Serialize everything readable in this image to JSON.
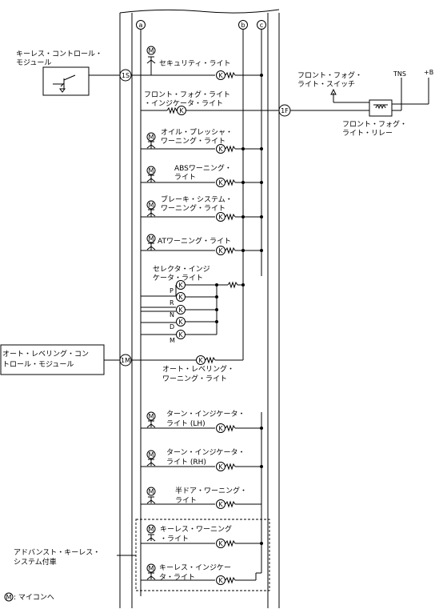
{
  "bus_labels": [
    "a",
    "b",
    "c"
  ],
  "connector_labels": {
    "keyless": "1S",
    "fog": "1F",
    "leveling": "1M"
  },
  "keyless_module": {
    "line1": "キーレス・コントロール・",
    "line2": "モジュール"
  },
  "leveling_module": {
    "line1": "オート・レベリング・コン",
    "line2": "トロール・モジュール"
  },
  "fog_switch": {
    "line1": "フロント・フォグ・",
    "line2": "ライト・スイッチ"
  },
  "fog_relay": {
    "line1": "フロント・フォグ・",
    "line2": "ライト・リレー"
  },
  "power": {
    "tns": "TNS",
    "b": "+B"
  },
  "micom_mark": "M",
  "lamp_mark": "K",
  "lamps": {
    "security": "セキュリティ・ライト",
    "fog_indicator": {
      "line1": "フロント・フォグ・ライト",
      "line2": "・インジケータ・ライト"
    },
    "oil": {
      "line1": "オイル・プレッシャ・",
      "line2": "ワーニング・ライト"
    },
    "abs": {
      "line1": "ABSワーニング・",
      "line2": "ライト"
    },
    "brake": {
      "line1": "ブレーキ・システム・",
      "line2": "ワーニング・ライト"
    },
    "at": "ATワーニング・ライト",
    "selector": {
      "line1": "セレクタ・インジ",
      "line2": "ケータ・ライト"
    },
    "positions": [
      "P",
      "R",
      "N",
      "D",
      "M"
    ],
    "leveling": {
      "line1": "オート・レベリング・",
      "line2": "ワーニング・ライト"
    },
    "turn_lh": {
      "line1": "ターン・インジケータ・",
      "line2": "ライト (LH)"
    },
    "turn_rh": {
      "line1": "ターン・インジケータ・",
      "line2": "ライト (RH)"
    },
    "door": {
      "line1": "半ドア・ワーニング・",
      "line2": "ライト"
    },
    "keyless_warning": {
      "line1": "キーレス・ワーニング",
      "line2": "・ライト"
    },
    "keyless_indicator": {
      "line1": "キーレス・インジケー",
      "line2": "タ・ライト"
    }
  },
  "advanced_keyless": {
    "line1": "アドバンスト・キーレス・",
    "line2": "システム付車"
  },
  "legend": {
    "mark": "M",
    "text": ": マイコンへ"
  }
}
